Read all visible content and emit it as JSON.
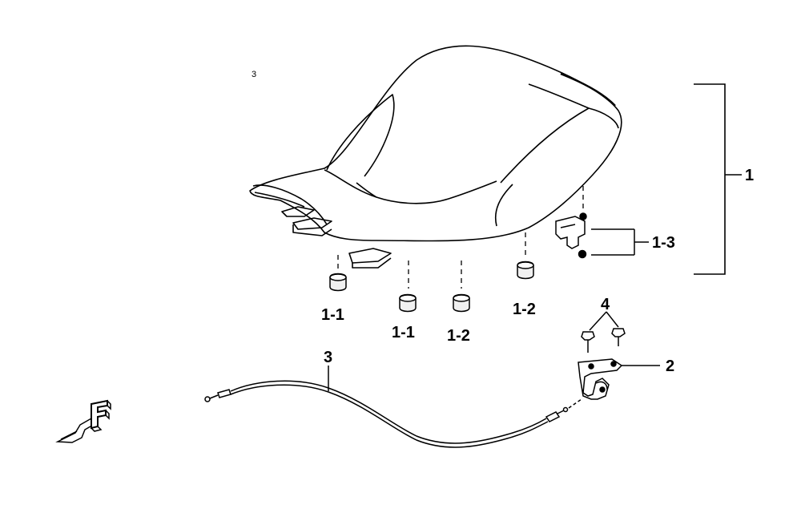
{
  "diagram": {
    "callouts": {
      "seat_assembly": "1",
      "rubber_cushion_a": "1-1",
      "rubber_cushion_b": "1-2",
      "seat_hook": "1-3",
      "latch": "2",
      "cable": "3",
      "bolts": "4"
    },
    "stray_mark": "3",
    "direction_marker": "F"
  }
}
